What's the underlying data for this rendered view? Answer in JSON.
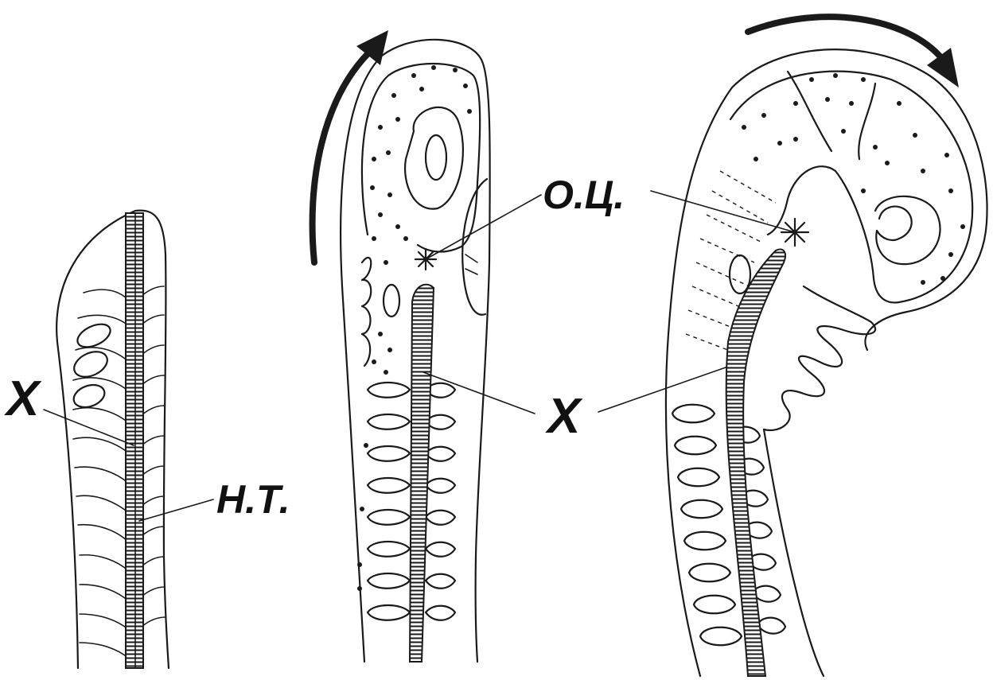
{
  "figure": {
    "panels": [
      "early-stage",
      "middle-stage",
      "late-stage"
    ],
    "labels": {
      "notochord": "X",
      "neural_tube": "Н.Т.",
      "organizing_center": "О.Ц."
    },
    "arrows": [
      "flexion-arrow-up",
      "flexion-arrow-right"
    ],
    "colors": {
      "ink": "#1a1a1a",
      "background": "#ffffff"
    }
  }
}
